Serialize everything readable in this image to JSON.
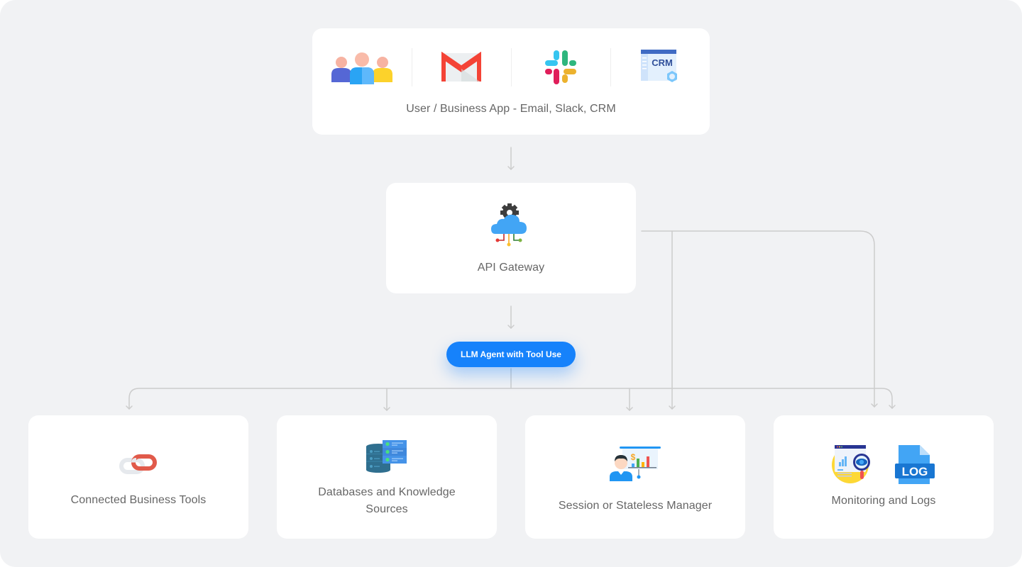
{
  "diagram": {
    "background_color": "#f1f2f4",
    "card_color": "#ffffff",
    "connector_color": "#cccccc",
    "accent_color": "#1682fb"
  },
  "top_card": {
    "label": "User / Business App - Email, Slack, CRM",
    "icons": [
      {
        "name": "users-group-icon"
      },
      {
        "name": "gmail-icon"
      },
      {
        "name": "slack-icon"
      },
      {
        "name": "crm-icon",
        "text": "CRM"
      }
    ]
  },
  "gateway_card": {
    "label": "API Gateway",
    "icon": "cloud-gear-network-icon"
  },
  "agent_pill": {
    "label": "LLM Agent with Tool Use"
  },
  "bottom_cards": [
    {
      "label": "Connected Business Tools",
      "icon": "chain-link-icon"
    },
    {
      "label": "Databases and Knowledge Sources",
      "label_line1": "Databases and Knowledge",
      "label_line2": "Sources",
      "icon": "database-server-icon"
    },
    {
      "label": "Session or Stateless Manager",
      "icon": "presenter-chart-icon"
    },
    {
      "label": "Monitoring and Logs",
      "icon": "monitoring-eye-icon",
      "icon2": "log-file-icon",
      "log_text": "LOG"
    }
  ]
}
